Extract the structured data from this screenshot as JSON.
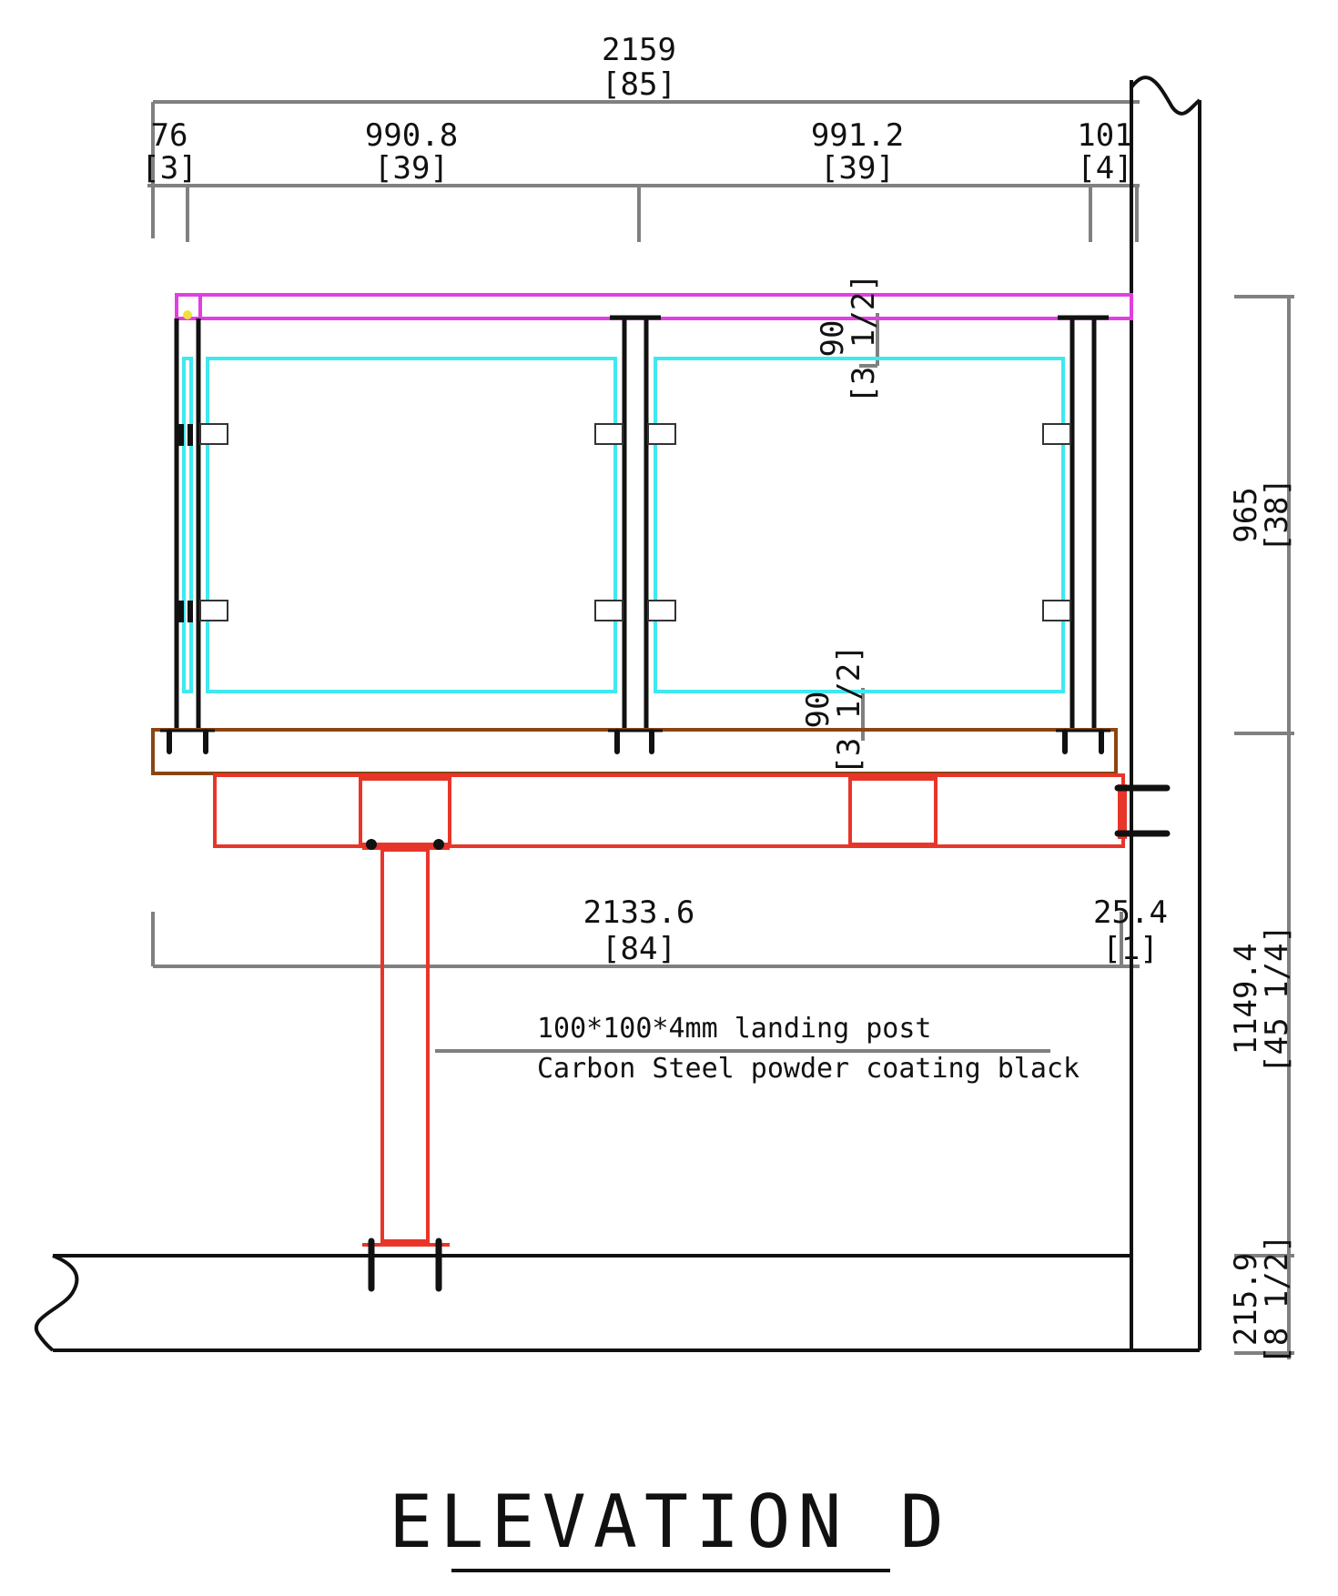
{
  "title": "ELEVATION D",
  "colors": {
    "dimension": "#808080",
    "handrail": "#e040e0",
    "glass": "#40e8f0",
    "deck": "#8b4513",
    "steel": "#e8352a",
    "line": "#111111"
  },
  "dimensions": {
    "overall": {
      "mm": "2159",
      "in": "[85]"
    },
    "left_end": {
      "mm": "76",
      "in": "[3]"
    },
    "bay1": {
      "mm": "990.8",
      "in": "[39]"
    },
    "bay2": {
      "mm": "991.2",
      "in": "[39]"
    },
    "right_end": {
      "mm": "101",
      "in": "[4]"
    },
    "top_gap": {
      "mm": "90",
      "in": "[3 1/2]"
    },
    "bottom_gap": {
      "mm": "90",
      "in": "[3 1/2]"
    },
    "beam_span": {
      "mm": "2133.6",
      "in": "[84]"
    },
    "beam_offset": {
      "mm": "25.4",
      "in": "[1]"
    },
    "rail_height": {
      "mm": "965",
      "in": "[38]"
    },
    "deck_height": {
      "mm": "1149.4",
      "in": "[45 1/4]"
    },
    "floor_thk": {
      "mm": "215.9",
      "in": "[8 1/2]"
    }
  },
  "note": {
    "line1": "100*100*4mm landing post",
    "line2": "Carbon Steel powder coating black"
  }
}
